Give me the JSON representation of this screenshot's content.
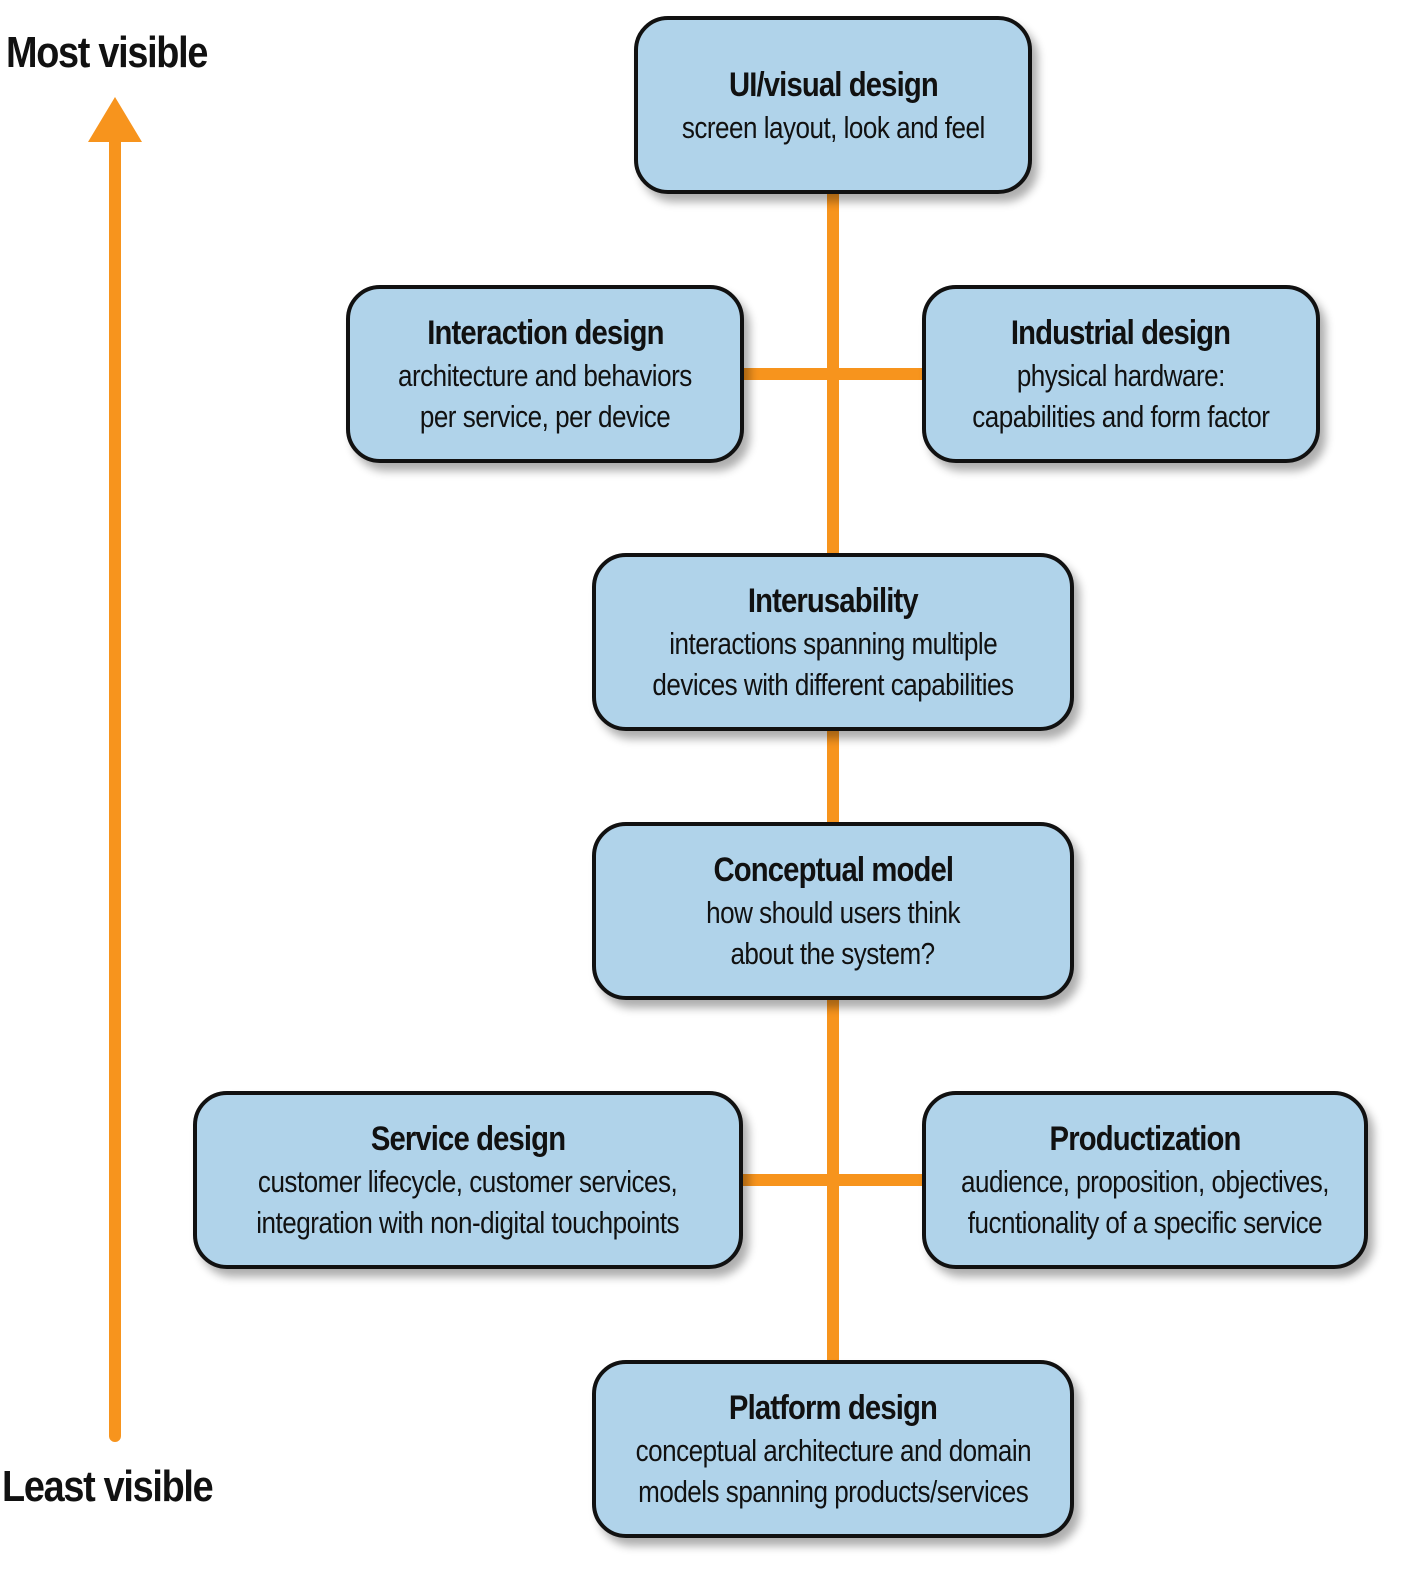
{
  "axis": {
    "top_label": "Most visible",
    "bottom_label": "Least visible",
    "arrow_color": "#f7941d"
  },
  "colors": {
    "box_fill": "#b0d3ea",
    "box_border": "#111111",
    "connector": "#f7941d"
  },
  "boxes": {
    "ui_visual": {
      "title": "UI/visual design",
      "lines": [
        "screen layout, look and feel"
      ]
    },
    "interaction": {
      "title": "Interaction design",
      "lines": [
        "architecture and behaviors",
        "per service, per device"
      ]
    },
    "industrial": {
      "title": "Industrial design",
      "lines": [
        "physical hardware:",
        "capabilities and form factor"
      ]
    },
    "interusability": {
      "title": "Interusability",
      "lines": [
        "interactions spanning multiple",
        "devices with different capabilities"
      ]
    },
    "conceptual": {
      "title": "Conceptual model",
      "lines": [
        "how should users think",
        "about the system?"
      ]
    },
    "service": {
      "title": "Service design",
      "lines": [
        "customer lifecycle, customer services,",
        "integration with non-digital touchpoints"
      ]
    },
    "productization": {
      "title": "Productization",
      "lines": [
        "audience, proposition, objectives,",
        "fucntionality of a specific service"
      ]
    },
    "platform": {
      "title": "Platform design",
      "lines": [
        "conceptual architecture and domain",
        "models spanning products/services"
      ]
    }
  }
}
